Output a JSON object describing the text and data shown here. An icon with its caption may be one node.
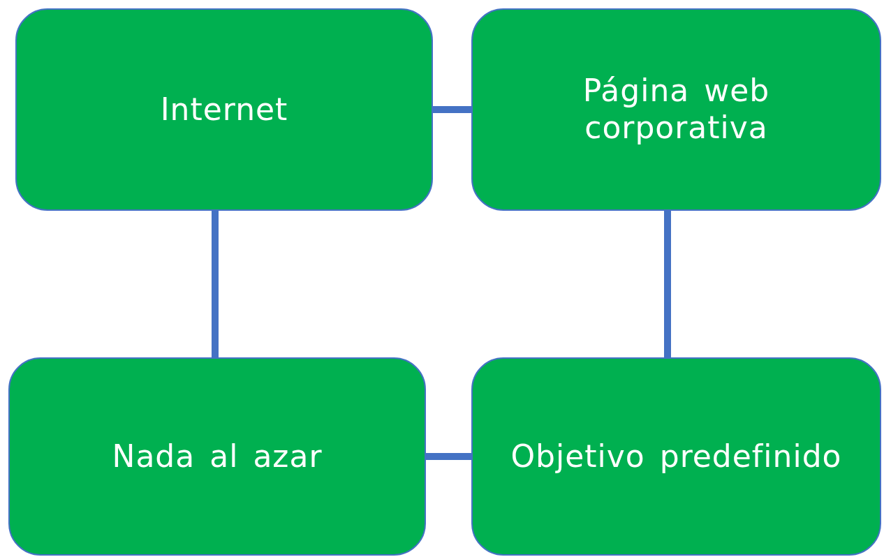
{
  "diagram": {
    "nodes": [
      {
        "text": [
          "Internet"
        ]
      },
      {
        "text": [
          "Página web corporativa"
        ]
      },
      {
        "text": [
          "Nada al azar"
        ]
      },
      {
        "text": [
          "Objetivo predefinido"
        ]
      }
    ],
    "edges": [
      {
        "from": 0,
        "to": 1,
        "arrow": "none"
      },
      {
        "from": 0,
        "to": 2,
        "arrow": "none"
      },
      {
        "from": 1,
        "to": 3,
        "arrow": "none"
      },
      {
        "from": 2,
        "to": 3,
        "arrow": "none"
      }
    ]
  }
}
